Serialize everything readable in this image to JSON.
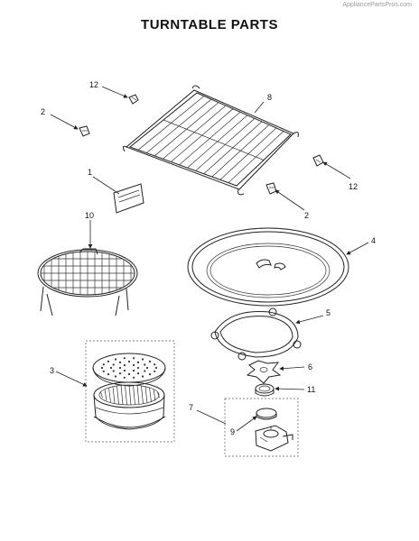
{
  "watermark": "AppliancePartsPros.com",
  "title": "TURNTABLE PARTS",
  "callouts": {
    "c12a": "12",
    "c8": "8",
    "c2a": "2",
    "c12b": "12",
    "c1": "1",
    "c2b": "2",
    "c10": "10",
    "c4": "4",
    "c5": "5",
    "c3": "3",
    "c6": "6",
    "c11": "11",
    "c7": "7",
    "c9": "9"
  }
}
